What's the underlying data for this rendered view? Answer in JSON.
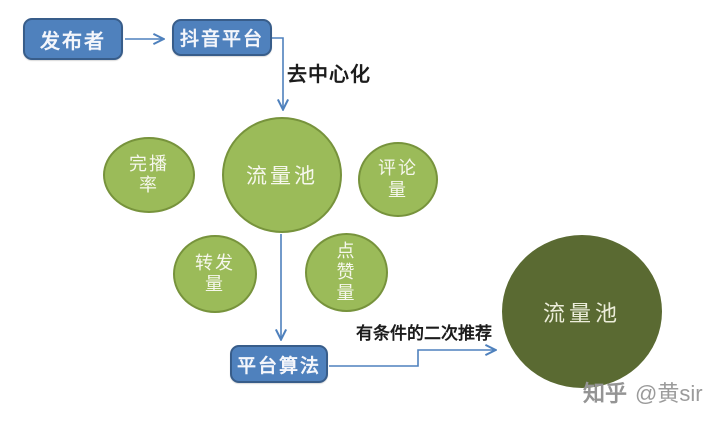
{
  "flow": {
    "publisher": "发布者",
    "platform": "抖音平台",
    "decentralization": "去中心化",
    "traffic_pool": "流量池",
    "metrics": {
      "completion_rate": [
        "完播",
        "率"
      ],
      "comment_count": [
        "评论",
        "量"
      ],
      "share_count": [
        "转发",
        "量"
      ],
      "like_count": [
        "点",
        "赞",
        "量"
      ]
    },
    "algorithm": "平台算法",
    "conditional_recommendation": "有条件的二次推荐",
    "next_traffic_pool": "流量池"
  },
  "watermark": {
    "brand": "知乎",
    "author": "@黄sir"
  },
  "colors": {
    "box_fill": "#4f81bd",
    "box_border": "#385d8a",
    "circle_fill": "#9bbb59",
    "circle_border": "#77933c",
    "dark_circle_fill": "#5a6a32",
    "connector": "#4f81bd",
    "annotation_text": "#1c1c1c",
    "node_text": "#f6f7ec",
    "watermark_text": "#9b9b9b"
  }
}
